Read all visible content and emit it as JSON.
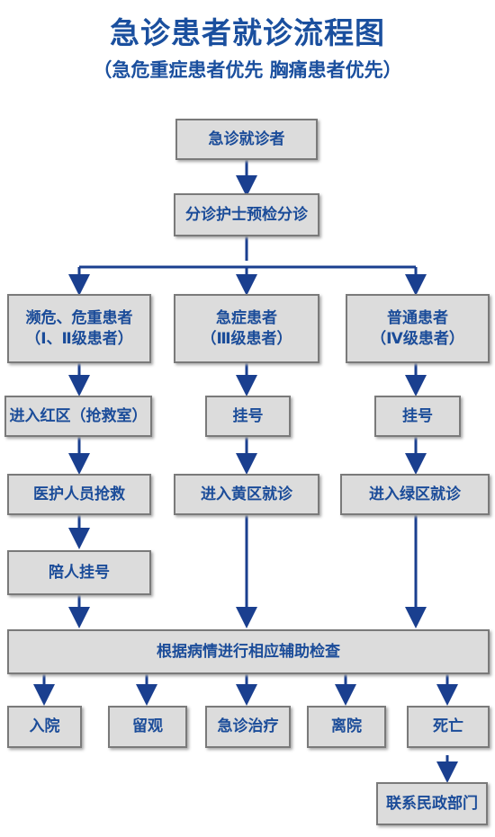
{
  "title": "急诊患者就诊流程图",
  "subtitle": "（急危重症患者优先  胸痛患者优先）",
  "nodes": {
    "patient": "急诊就诊者",
    "triage": "分诊护士预检分诊",
    "critical_line1": "濒危、危重患者",
    "critical_line2": "（Ⅰ、Ⅱ级患者）",
    "urgent_line1": "急症患者",
    "urgent_line2": "（Ⅲ级患者）",
    "normal_line1": "普通患者",
    "normal_line2": "（Ⅳ级患者）",
    "red_zone": "进入红区（抢救室）",
    "register_urgent": "挂号",
    "register_normal": "挂号",
    "rescue": "医护人员抢救",
    "yellow_zone": "进入黄区就诊",
    "green_zone": "进入绿区就诊",
    "escort_register": "陪人挂号",
    "exam": "根据病情进行相应辅助检查",
    "admit": "入院",
    "observe": "留观",
    "emergency_treatment": "急诊治疗",
    "discharge": "离院",
    "death": "死亡",
    "civil_affairs": "联系民政部门"
  },
  "colors": {
    "text": "#1b4c99",
    "box": "#dcdcdc",
    "arrow": "#1a3f8f"
  }
}
